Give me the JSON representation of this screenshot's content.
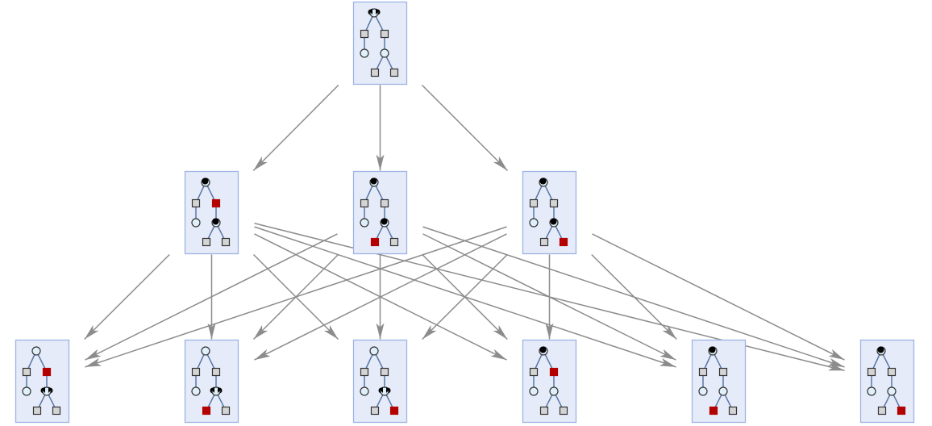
{
  "colors": {
    "node_fill": "#e5ebf8",
    "node_border": "#9fb4e4",
    "edge": "#8c8c8c",
    "tree_line": "#5a77a8",
    "circle_fill": "#dff0fb",
    "square_fill": "#d4d4d4",
    "highlight_square": "#b30000",
    "mark": "#000000"
  },
  "nodes": [
    {
      "id": "top",
      "level": 0,
      "root_mark": "both",
      "right_circle_mark": "none",
      "red_square": "none"
    },
    {
      "id": "m1",
      "level": 1,
      "root_mark": "dot",
      "right_circle_mark": "dot",
      "red_square": "right"
    },
    {
      "id": "m2",
      "level": 1,
      "root_mark": "dot",
      "right_circle_mark": "dot",
      "red_square": "bottom-left"
    },
    {
      "id": "m3",
      "level": 1,
      "root_mark": "dot",
      "right_circle_mark": "dot",
      "red_square": "bottom-right"
    },
    {
      "id": "b1",
      "level": 2,
      "root_mark": "none",
      "right_circle_mark": "both",
      "red_square": "right"
    },
    {
      "id": "b2",
      "level": 2,
      "root_mark": "none",
      "right_circle_mark": "both",
      "red_square": "bottom-left"
    },
    {
      "id": "b3",
      "level": 2,
      "root_mark": "none",
      "right_circle_mark": "both",
      "red_square": "bottom-right"
    },
    {
      "id": "b4",
      "level": 2,
      "root_mark": "dot",
      "right_circle_mark": "none",
      "red_square": "right"
    },
    {
      "id": "b5",
      "level": 2,
      "root_mark": "dot",
      "right_circle_mark": "none",
      "red_square": "bottom-left"
    },
    {
      "id": "b6",
      "level": 2,
      "root_mark": "dot",
      "right_circle_mark": "none",
      "red_square": "bottom-right"
    }
  ],
  "edges": [
    [
      "top",
      "m1"
    ],
    [
      "top",
      "m2"
    ],
    [
      "top",
      "m3"
    ],
    [
      "m1",
      "b1"
    ],
    [
      "m1",
      "b2"
    ],
    [
      "m1",
      "b3"
    ],
    [
      "m1",
      "b4"
    ],
    [
      "m1",
      "b5"
    ],
    [
      "m1",
      "b6"
    ],
    [
      "m2",
      "b1"
    ],
    [
      "m2",
      "b2"
    ],
    [
      "m2",
      "b3"
    ],
    [
      "m2",
      "b4"
    ],
    [
      "m2",
      "b5"
    ],
    [
      "m2",
      "b6"
    ],
    [
      "m3",
      "b1"
    ],
    [
      "m3",
      "b2"
    ],
    [
      "m3",
      "b3"
    ],
    [
      "m3",
      "b4"
    ],
    [
      "m3",
      "b5"
    ],
    [
      "m3",
      "b6"
    ]
  ]
}
